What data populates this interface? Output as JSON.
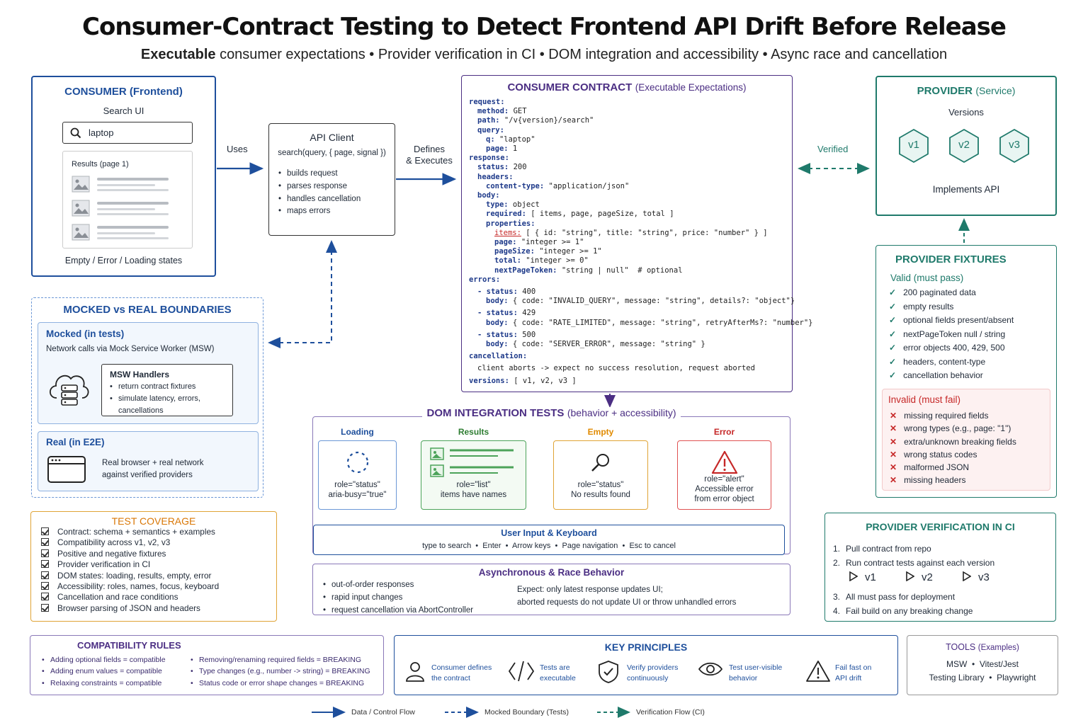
{
  "title": "Consumer-Contract Testing to Detect Frontend API Drift Before Release",
  "subtitle": {
    "lead": "Executable",
    "rest": "consumer expectations • Provider verification in CI • DOM integration and accessibility • Async race and cancellation"
  },
  "consumer": {
    "title": "CONSUMER",
    "title_paren": "(Frontend)",
    "search_ui_label": "Search UI",
    "search_value": "laptop",
    "results_label": "Results (page 1)",
    "states_label": "Empty / Error / Loading states"
  },
  "edge_uses": "Uses",
  "api_client": {
    "title": "API Client",
    "signature": "search(query, { page, signal })",
    "items": [
      "builds request",
      "parses response",
      "handles cancellation",
      "maps errors"
    ]
  },
  "edge_defines": [
    "Defines",
    "& Executes"
  ],
  "contract": {
    "title": "CONSUMER CONTRACT",
    "title_paren": "(Executable Expectations)",
    "lines": [
      {
        "indent": 0,
        "key": "request:",
        "val": ""
      },
      {
        "indent": 1,
        "key": "method:",
        "val": " GET"
      },
      {
        "indent": 1,
        "key": "path:",
        "val": " \"/v{version}/search\""
      },
      {
        "indent": 1,
        "key": "query:",
        "val": ""
      },
      {
        "indent": 2,
        "key": "q:",
        "val": " \"laptop\""
      },
      {
        "indent": 2,
        "key": "page:",
        "val": " 1"
      },
      {
        "indent": 0,
        "key": "response:",
        "val": ""
      },
      {
        "indent": 1,
        "key": "status:",
        "val": " 200"
      },
      {
        "indent": 1,
        "key": "headers:",
        "val": ""
      },
      {
        "indent": 2,
        "key": "content-type:",
        "val": " \"application/json\""
      },
      {
        "indent": 1,
        "key": "body:",
        "val": ""
      },
      {
        "indent": 2,
        "key": "type:",
        "val": " object"
      },
      {
        "indent": 2,
        "key": "required:",
        "val": " [ items, page, pageSize, total ]"
      },
      {
        "indent": 2,
        "key": "properties:",
        "val": ""
      },
      {
        "indent": 3,
        "key": "items:",
        "val": " [ { id: \"string\", title: \"string\", price: \"number\" } ]",
        "underline": true
      },
      {
        "indent": 3,
        "key": "page:",
        "val": " \"integer >= 1\""
      },
      {
        "indent": 3,
        "key": "pageSize:",
        "val": " \"integer >= 1\""
      },
      {
        "indent": 3,
        "key": "total:",
        "val": " \"integer >= 0\""
      },
      {
        "indent": 3,
        "key": "nextPageToken:",
        "val": " \"string | null\"  # optional"
      },
      {
        "indent": 0,
        "key": "errors:",
        "val": ""
      },
      {
        "indent": 1,
        "key": "- status:",
        "val": " 400",
        "gap": true
      },
      {
        "indent": 2,
        "key": "body:",
        "val": " { code: \"INVALID_QUERY\", message: \"string\", details?: \"object\"}"
      },
      {
        "indent": 1,
        "key": "- status:",
        "val": " 429",
        "gap": true
      },
      {
        "indent": 2,
        "key": "body:",
        "val": " { code: \"RATE_LIMITED\", message: \"string\", retryAfterMs?: \"number\"}"
      },
      {
        "indent": 1,
        "key": "- status:",
        "val": " 500",
        "gap": true
      },
      {
        "indent": 2,
        "key": "body:",
        "val": " { code: \"SERVER_ERROR\", message: \"string\" }"
      },
      {
        "indent": 0,
        "key": "cancellation:",
        "val": "",
        "gap": true
      },
      {
        "indent": 1,
        "key": "",
        "val": "client aborts -> expect no success resolution, request aborted",
        "gap": true
      },
      {
        "indent": 0,
        "key": "versions:",
        "val": " [ v1, v2, v3 ]",
        "gap": true
      }
    ]
  },
  "edge_verified": "Verified",
  "provider": {
    "title": "PROVIDER",
    "title_paren": "(Service)",
    "versions_label": "Versions",
    "versions": [
      "v1",
      "v2",
      "v3"
    ],
    "implements": "Implements API"
  },
  "fixtures": {
    "title": "PROVIDER FIXTURES",
    "valid_title": "Valid (must pass)",
    "valid": [
      "200 paginated data",
      "empty results",
      "optional fields present/absent",
      "nextPageToken null / string",
      "error objects 400, 429, 500",
      "headers, content-type",
      "cancellation behavior"
    ],
    "invalid_title": "Invalid (must fail)",
    "invalid": [
      "missing required fields",
      "wrong types (e.g., page: \"1\")",
      "extra/unknown breaking fields",
      "wrong status codes",
      "malformed JSON",
      "missing headers"
    ]
  },
  "boundaries": {
    "title": "MOCKED vs REAL BOUNDARIES",
    "mocked_title": "Mocked (in tests)",
    "mocked_desc": "Network calls via Mock Service Worker (MSW)",
    "msw_title": "MSW Handlers",
    "msw_items": [
      "return contract fixtures",
      "simulate latency, errors,",
      "cancellations"
    ],
    "real_title": "Real (in E2E)",
    "real_desc": [
      "Real browser + real network",
      "against verified providers"
    ]
  },
  "dom": {
    "title": "DOM INTEGRATION TESTS",
    "title_paren": "(behavior + accessibility)",
    "cards": [
      {
        "label": "Loading",
        "lines": [
          "role=\"status\"",
          "aria-busy=\"true\""
        ]
      },
      {
        "label": "Results",
        "lines": [
          "role=\"list\"",
          "items have names"
        ]
      },
      {
        "label": "Empty",
        "lines": [
          "role=\"status\"",
          "No results found"
        ]
      },
      {
        "label": "Error",
        "lines": [
          "role=\"alert\"",
          "Accessible error",
          "from error object"
        ]
      }
    ],
    "input_title": "User Input & Keyboard",
    "input_items": "type to search  •  Enter  •  Arrow keys  •  Page navigation  •  Esc to cancel"
  },
  "async": {
    "title": "Asynchronous & Race Behavior",
    "items": [
      "out-of-order responses",
      "rapid input changes",
      "request cancellation via AbortController"
    ],
    "expect": [
      "Expect: only latest response updates UI;",
      "aborted requests do not update UI or throw unhandled errors"
    ]
  },
  "coverage": {
    "title": "TEST COVERAGE",
    "items": [
      "Contract: schema + semantics + examples",
      "Compatibility across v1, v2, v3",
      "Positive and negative fixtures",
      "Provider verification in CI",
      "DOM states: loading, results, empty, error",
      "Accessibility: roles, names, focus, keyboard",
      "Cancellation and race conditions",
      "Browser parsing of JSON and headers"
    ]
  },
  "ci": {
    "title": "PROVIDER VERIFICATION IN CI",
    "steps": [
      {
        "num": "1.",
        "text": "Pull contract from repo"
      },
      {
        "num": "2.",
        "text": "Run contract tests against each version"
      }
    ],
    "versions": [
      "v1",
      "v2",
      "v3"
    ],
    "steps2": [
      {
        "num": "3.",
        "text": "All must pass for deployment"
      },
      {
        "num": "4.",
        "text": "Fail build on any breaking change"
      }
    ]
  },
  "compat": {
    "title": "COMPATIBILITY RULES",
    "left": [
      "Adding optional fields = compatible",
      "Adding enum values = compatible",
      "Relaxing constraints = compatible"
    ],
    "right": [
      "Removing/renaming required fields = BREAKING",
      "Type changes (e.g., number -> string) = BREAKING",
      "Status code or error shape changes = BREAKING"
    ]
  },
  "principles": {
    "title": "KEY PRINCIPLES",
    "items": [
      {
        "icon": "user",
        "lines": [
          "Consumer defines",
          "the contract"
        ]
      },
      {
        "icon": "tests",
        "lines": [
          "Tests are",
          "executable"
        ]
      },
      {
        "icon": "shield",
        "lines": [
          "Verify providers",
          "continuously"
        ]
      },
      {
        "icon": "eye",
        "lines": [
          "Test user-visible",
          "behavior"
        ]
      },
      {
        "icon": "warning",
        "lines": [
          "Fail fast on",
          "API drift"
        ]
      }
    ]
  },
  "tools": {
    "title": "TOOLS",
    "title_paren": "(Examples)",
    "line1": "MSW  •  Vitest/Jest",
    "line2": "Testing Library  •  Playwright"
  },
  "legend": [
    "Data / Control Flow",
    "Mocked Boundary (Tests)",
    "Verification Flow (CI)"
  ],
  "colors": {
    "consumer": "#1e4f9c",
    "provider": "#1f7a6b",
    "contract": "#4b2e83",
    "coverage": "#e0a436",
    "invalid": "#c62828"
  }
}
